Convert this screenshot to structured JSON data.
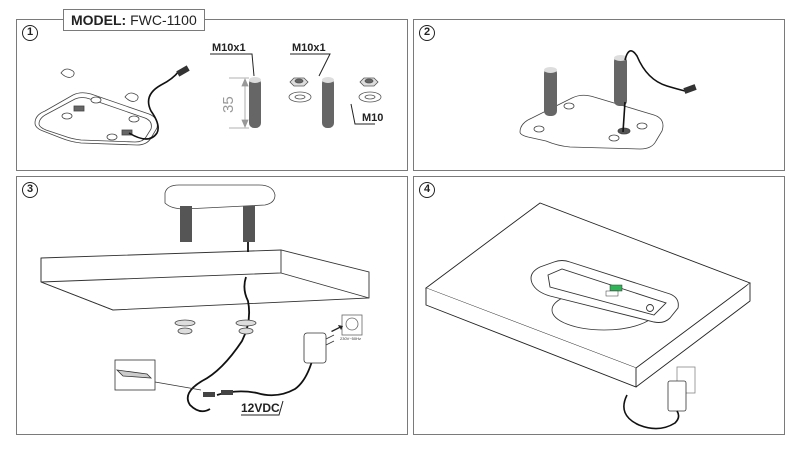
{
  "header": {
    "model_label": "MODEL:",
    "model_value": "FWC-1100"
  },
  "steps": [
    {
      "number": "1",
      "labels": {
        "stud_thread": "M10x1",
        "nut_thread": "M10x1",
        "washer_size": "M10",
        "stud_length": "35"
      }
    },
    {
      "number": "2"
    },
    {
      "number": "3",
      "labels": {
        "voltage": "12VDC",
        "mains_rating": "230V~50Hz"
      }
    },
    {
      "number": "4"
    }
  ],
  "colors": {
    "border": "#7a7a7a",
    "line": "#222222",
    "thread": "#555555",
    "battery_green": "#2fb457"
  }
}
